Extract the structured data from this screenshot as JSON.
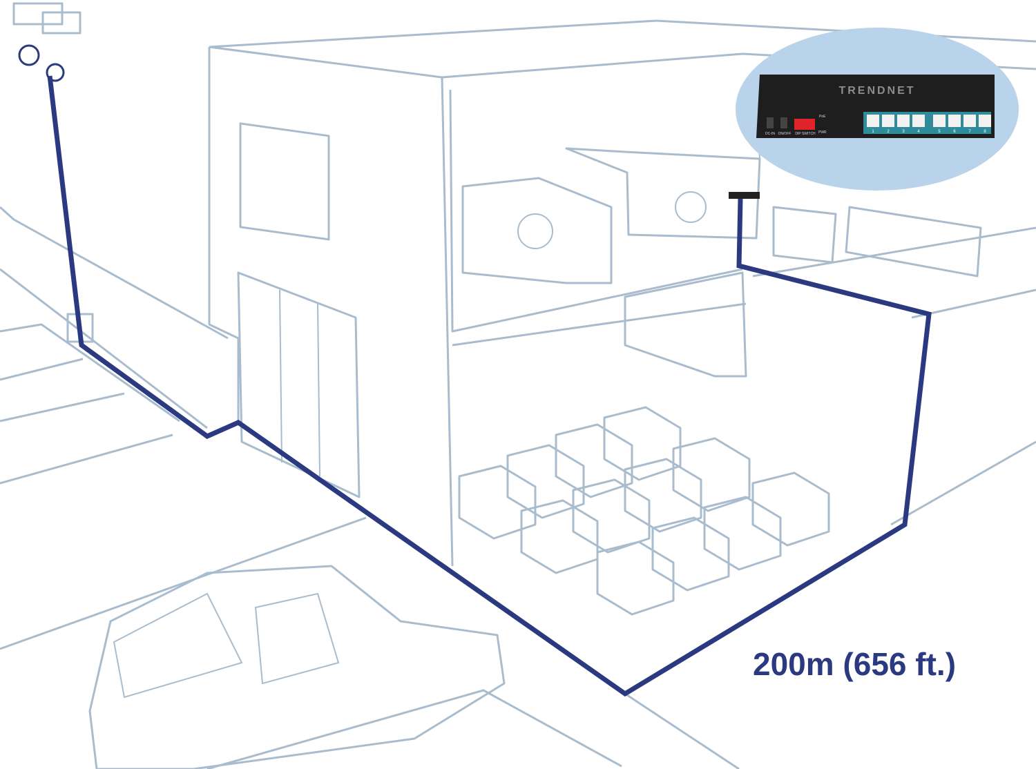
{
  "distance_label": "200m (656 ft.)",
  "switch": {
    "brand": "TRENDnet",
    "front_labels": [
      "DC-IN",
      "ON/OFF",
      "DIP SWITCH",
      "PoE",
      "PWR"
    ],
    "port_numbers": [
      "1",
      "2",
      "3",
      "4",
      "5",
      "6",
      "7",
      "8"
    ],
    "colors": {
      "body": "#1e1e1e",
      "port_panel": "#2f8c9a",
      "dip_switch": "#e0242a",
      "callout_bubble": "#b8d3ea"
    }
  },
  "colors": {
    "cable": "#2b3a80",
    "outline": "#a9bccd",
    "text": "#2b3a80"
  }
}
